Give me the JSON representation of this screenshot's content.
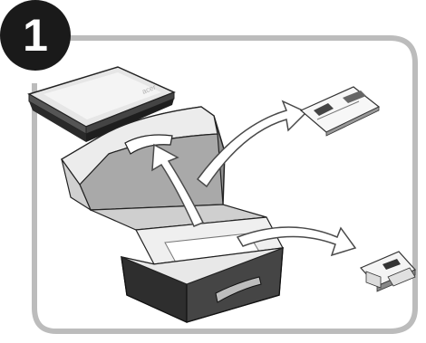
{
  "step": {
    "number": "1"
  },
  "laptop": {
    "lid_brand": "acer"
  },
  "colors": {
    "frame": "#bcbcbc",
    "badge": "#1a1a1a",
    "box_dark": "#3d3d3d",
    "box_light": "#f2f2f2",
    "lid_inner": "#a8a8a8",
    "arrow_fill": "#ffffff",
    "arrow_stroke": "#4a4a4a"
  },
  "icons": [
    "laptop-illustration",
    "shipping-box-illustration",
    "arrow-icon",
    "manual-illustration",
    "accessory-pack-illustration"
  ]
}
